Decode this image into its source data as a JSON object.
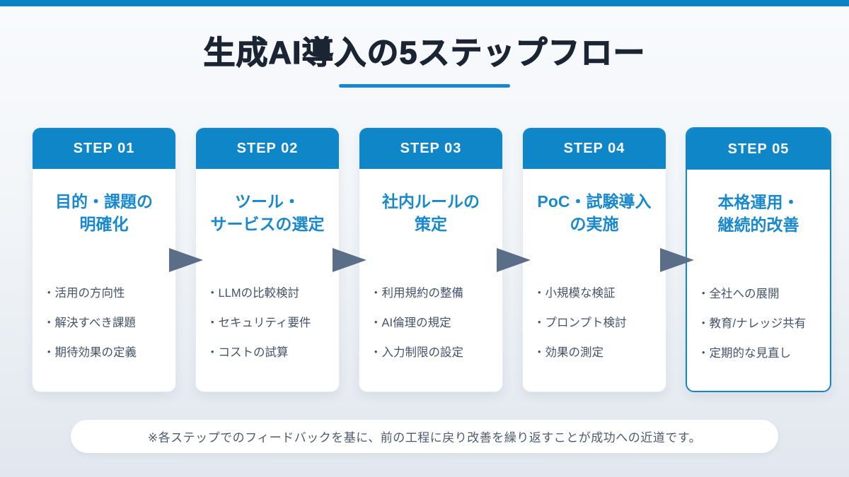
{
  "page": {
    "title": "生成AI導入の5ステップフロー",
    "note": "※各ステップでのフィードバックを基に、前の工程に戻り改善を繰り返すことが成功への近道です。",
    "colors": {
      "top_bar": "#0d81c6",
      "step_header": "#0f86c8",
      "step_title": "#1a89cc",
      "underline": "#1689ce",
      "arrow": "#5b6e87",
      "bullet_text": "#45536a",
      "main_title": "#1b2433"
    }
  },
  "steps": [
    {
      "label": "STEP 01",
      "title_lines": [
        "目的・課題の",
        "明確化"
      ],
      "bullets": [
        "・活用の方向性",
        "・解決すべき課題",
        "・期待効果の定義"
      ]
    },
    {
      "label": "STEP 02",
      "title_lines": [
        "ツール・",
        "サービスの選定"
      ],
      "bullets": [
        "・LLMの比較検討",
        "・セキュリティ要件",
        "・コストの試算"
      ]
    },
    {
      "label": "STEP 03",
      "title_lines": [
        "社内ルールの",
        "策定"
      ],
      "bullets": [
        "・利用規約の整備",
        "・AI倫理の規定",
        "・入力制限の設定"
      ]
    },
    {
      "label": "STEP 04",
      "title_lines": [
        "PoC・試験導入",
        "の実施"
      ],
      "bullets": [
        "・小規模な検証",
        "・プロンプト検討",
        "・効果の測定"
      ]
    },
    {
      "label": "STEP 05",
      "title_lines": [
        "本格運用・",
        "継続的改善"
      ],
      "bullets": [
        "・全社への展開",
        "・教育/ナレッジ共有",
        "・定期的な見直し"
      ]
    }
  ]
}
